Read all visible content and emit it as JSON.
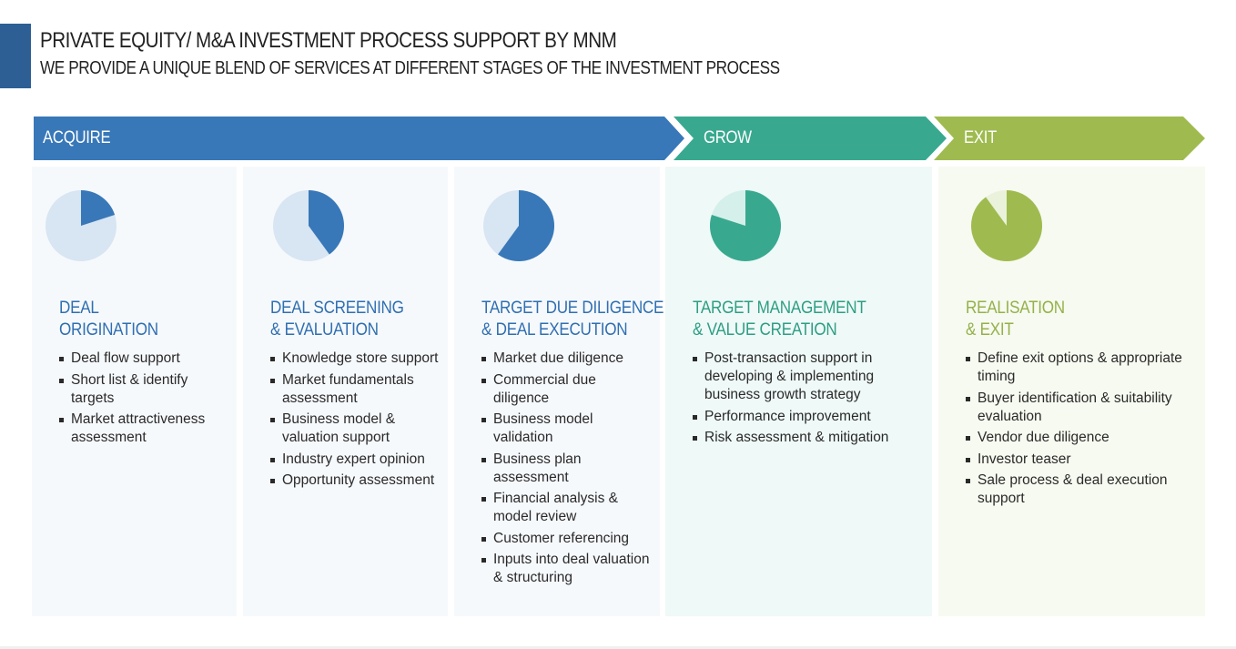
{
  "header": {
    "title": "PRIVATE EQUITY/ M&A INVESTMENT PROCESS SUPPORT BY MNM",
    "subtitle": "WE PROVIDE A UNIQUE BLEND OF SERVICES AT DIFFERENT STAGES OF THE INVESTMENT PROCESS"
  },
  "colors": {
    "acquire": "#3878b8",
    "acquire_light": "#d8e5f2",
    "grow": "#38a98f",
    "grow_light": "#d5f0ea",
    "exit": "#9fbb50",
    "exit_light": "#ebf2dc"
  },
  "phases": [
    {
      "label": "ACQUIRE",
      "color": "#3878b8"
    },
    {
      "label": "GROW",
      "color": "#38a98f"
    },
    {
      "label": "EXIT",
      "color": "#9fbb50"
    }
  ],
  "stages": [
    {
      "title_line1": "DEAL",
      "title_line2": "ORIGINATION",
      "progress": 0.2,
      "phase": "ACQUIRE",
      "items": [
        "Deal flow support",
        "Short list & identify targets",
        "Market attractiveness assessment"
      ]
    },
    {
      "title_line1": "DEAL SCREENING",
      "title_line2": "& EVALUATION",
      "progress": 0.4,
      "phase": "ACQUIRE",
      "items": [
        "Knowledge store support",
        "Market fundamentals assessment",
        "Business model & valuation support",
        "Industry expert opinion",
        "Opportunity assessment"
      ]
    },
    {
      "title_line1": "TARGET DUE DILIGENCE",
      "title_line2": "& DEAL EXECUTION",
      "progress": 0.6,
      "phase": "ACQUIRE",
      "items": [
        "Market due diligence",
        "Commercial due diligence",
        "Business model validation",
        "Business plan assessment",
        "Financial analysis & model review",
        "Customer referencing",
        "Inputs into deal valuation & structuring"
      ]
    },
    {
      "title_line1": "TARGET MANAGEMENT",
      "title_line2": "& VALUE CREATION",
      "progress": 0.8,
      "phase": "GROW",
      "items": [
        "Post-transaction support in developing & implementing business growth strategy",
        "Performance improvement",
        "Risk assessment & mitigation"
      ]
    },
    {
      "title_line1": "REALISATION",
      "title_line2": "& EXIT",
      "progress": 0.9,
      "phase": "EXIT",
      "items": [
        "Define exit options & appropriate timing",
        "Buyer identification & suitability evaluation",
        "Vendor due diligence",
        "Investor teaser",
        "Sale process & deal execution support"
      ]
    }
  ]
}
